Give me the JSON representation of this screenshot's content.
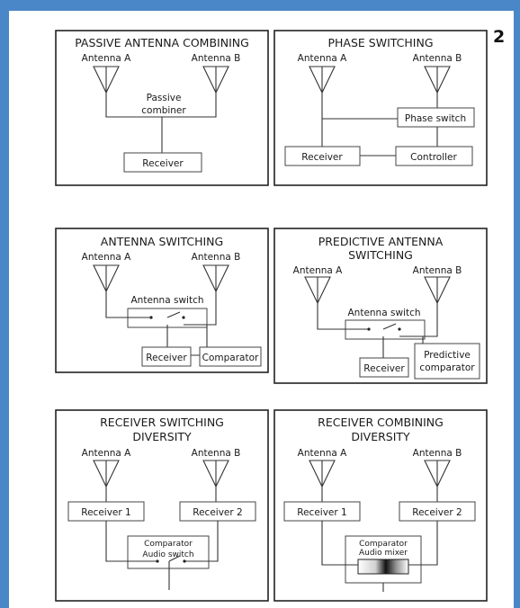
{
  "page_number": "2",
  "panels": {
    "passive": {
      "title": "PASSIVE ANTENNA COMBINING",
      "antenna_a": "Antenna A",
      "antenna_b": "Antenna B",
      "combiner_line1": "Passive",
      "combiner_line2": "combiner",
      "receiver": "Receiver"
    },
    "phase": {
      "title": "PHASE SWITCHING",
      "antenna_a": "Antenna A",
      "antenna_b": "Antenna B",
      "phase_switch": "Phase switch",
      "receiver": "Receiver",
      "controller": "Controller"
    },
    "antswitch": {
      "title": "ANTENNA SWITCHING",
      "antenna_a": "Antenna A",
      "antenna_b": "Antenna B",
      "antenna_switch": "Antenna switch",
      "receiver": "Receiver",
      "comparator": "Comparator"
    },
    "predictive": {
      "title_line1": "PREDICTIVE ANTENNA",
      "title_line2": "SWITCHING",
      "antenna_a": "Antenna A",
      "antenna_b": "Antenna B",
      "antenna_switch": "Antenna switch",
      "receiver": "Receiver",
      "predictive_line1": "Predictive",
      "predictive_line2": "comparator"
    },
    "rxswitch": {
      "title_line1": "RECEIVER SWITCHING",
      "title_line2": "DIVERSITY",
      "antenna_a": "Antenna A",
      "antenna_b": "Antenna B",
      "receiver_1": "Receiver 1",
      "receiver_2": "Receiver 2",
      "comparator": "Comparator",
      "audio_switch": "Audio switch"
    },
    "rxcombine": {
      "title_line1": "RECEIVER COMBINING",
      "title_line2": "DIVERSITY",
      "antenna_a": "Antenna A",
      "antenna_b": "Antenna B",
      "receiver_1": "Receiver 1",
      "receiver_2": "Receiver 2",
      "comparator": "Comparator",
      "audio_mixer": "Audio mixer"
    }
  }
}
